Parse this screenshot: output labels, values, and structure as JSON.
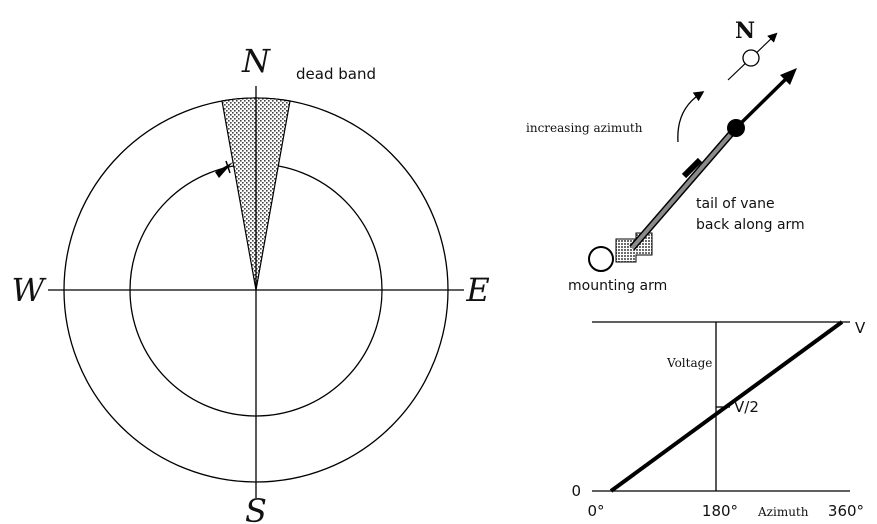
{
  "compass": {
    "north": "N",
    "south": "S",
    "east": "E",
    "west": "W",
    "dead_band_label": "dead band"
  },
  "vane": {
    "north_label": "N",
    "increasing_label": "increasing azimuth",
    "tail_label_line1": "tail of vane",
    "tail_label_line2": "back along arm",
    "mounting_label": "mounting arm"
  },
  "graph": {
    "ylabel": "Voltage",
    "xlabel": "Azimuth",
    "y_zero": "0",
    "y_max": "V",
    "y_half": "V/2",
    "x_ticks": [
      "0°",
      "180°",
      "360°"
    ]
  },
  "colors": {
    "line": "#000000",
    "dead_band_fill": "#b5b5b5",
    "arm_fill": "#8a8a8a"
  }
}
